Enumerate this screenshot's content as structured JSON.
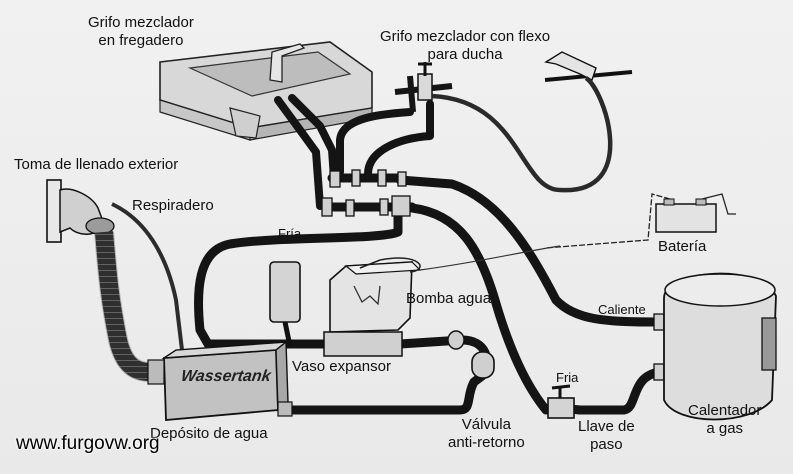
{
  "labels": {
    "grifo_fregadero_1": "Grifo mezclador",
    "grifo_fregadero_2": "en fregadero",
    "grifo_ducha_1": "Grifo mezclador con flexo",
    "grifo_ducha_2": "para ducha",
    "toma_llenado": "Toma de llenado exterior",
    "respiradero": "Respiradero",
    "fria_top": "Fría",
    "bateria": "Batería",
    "bomba_agua": "Bomba agua",
    "caliente": "Caliente",
    "vaso_expansor": "Vaso expansor",
    "fria_bottom": "Fria",
    "tank_brand": "Wassertank",
    "deposito": "Depósito de agua",
    "valvula_1": "Válvula",
    "valvula_2": "anti-retorno",
    "llave_1": "Llave de",
    "llave_2": "paso",
    "calentador_1": "Calentador",
    "calentador_2": "a gas"
  },
  "watermark": "www.furgovw.org",
  "colors": {
    "pipe": "#141414",
    "hose": "#2a2a2a",
    "line": "#111111",
    "fixture_fill": "#d6d6d6",
    "tank_fill": "#c4c4c4",
    "heater_fill": "#dedede"
  }
}
